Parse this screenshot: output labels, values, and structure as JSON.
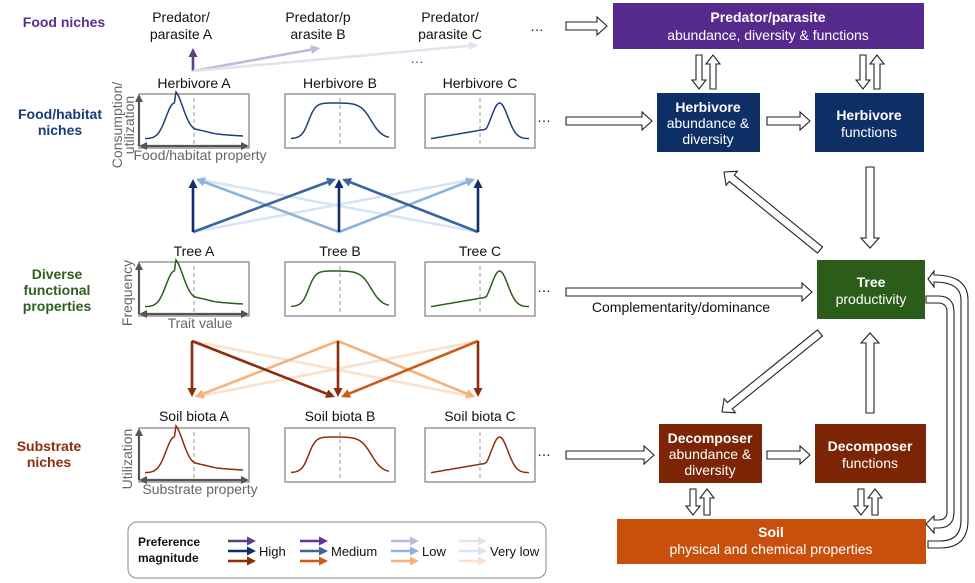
{
  "row_labels": {
    "food": {
      "lines": [
        "Food niches"
      ],
      "color": "#5b2d8e"
    },
    "habitat": {
      "lines": [
        "Food/habitat",
        "niches"
      ],
      "color": "#1a3a7a"
    },
    "functional": {
      "lines": [
        "Diverse",
        "functional",
        "properties"
      ],
      "color": "#2e5e1e"
    },
    "substrate": {
      "lines": [
        "Substrate",
        "niches"
      ],
      "color": "#8a2e0e"
    }
  },
  "predators": [
    {
      "lines": [
        "Predator/",
        "parasite A"
      ]
    },
    {
      "lines": [
        "Predator/p",
        "arasite B"
      ]
    },
    {
      "lines": [
        "Predator/",
        "parasite C"
      ]
    }
  ],
  "ellipsis": "…",
  "panels": {
    "herbivore": {
      "color": "#1f3f7a",
      "titles": [
        "Herbivore A",
        "Herbivore B",
        "Herbivore C"
      ],
      "y_axis": [
        "Consumption/",
        "utilization"
      ],
      "x_axis": "Food/habitat property"
    },
    "tree": {
      "color": "#2e5e1e",
      "titles": [
        "Tree A",
        "Tree B",
        "Tree C"
      ],
      "y_axis": [
        "Frequency"
      ],
      "x_axis": "Trait value"
    },
    "soil": {
      "color": "#8a2e0e",
      "titles": [
        "Soil biota A",
        "Soil biota B",
        "Soil biota C"
      ],
      "y_axis": [
        "Utilization"
      ],
      "x_axis": "Substrate property"
    }
  },
  "curve_shapes": [
    "left-skewed peak",
    "broad plateau",
    "right-skewed peak"
  ],
  "boxes": {
    "predator": {
      "title": "Predator/parasite",
      "sub": [
        "abundance, diversity & functions"
      ],
      "color": "#562a8c"
    },
    "herb_ad": {
      "title": "Herbivore",
      "sub": [
        "abundance &",
        "diversity"
      ],
      "color": "#0e2f66"
    },
    "herb_fn": {
      "title": "Herbivore",
      "sub": [
        "functions"
      ],
      "color": "#0e2f66"
    },
    "tree": {
      "title": "Tree",
      "sub": [
        "productivity"
      ],
      "color": "#2b5c1a"
    },
    "dec_ad": {
      "title": "Decomposer",
      "sub": [
        "abundance &",
        "diversity"
      ],
      "color": "#7b2505"
    },
    "dec_fn": {
      "title": "Decomposer",
      "sub": [
        "functions"
      ],
      "color": "#7b2505"
    },
    "soil": {
      "title": "Soil",
      "sub": [
        "physical and chemical properties"
      ],
      "color": "#c9500c"
    }
  },
  "complementarity_label": "Complementarity/dominance",
  "preference_colors": {
    "purple": {
      "high": "#5b3f82",
      "medium": "#6a2fa0",
      "low": "#c6b5dc",
      "very_low": "#e6e0ef"
    },
    "blue": {
      "high": "#0f2f6a",
      "medium": "#3a66a0",
      "low": "#8fb2dc",
      "very_low": "#d7e4f3"
    },
    "orange": {
      "high": "#8a2e0e",
      "medium": "#cf5a1a",
      "low": "#f5b27c",
      "very_low": "#fbe0cb"
    }
  },
  "links": {
    "tree_to_herbivore": [
      {
        "from": 0,
        "to": 0,
        "level": "high"
      },
      {
        "from": 0,
        "to": 1,
        "level": "medium"
      },
      {
        "from": 0,
        "to": 2,
        "level": "very_low"
      },
      {
        "from": 1,
        "to": 0,
        "level": "low"
      },
      {
        "from": 1,
        "to": 1,
        "level": "high"
      },
      {
        "from": 1,
        "to": 2,
        "level": "low"
      },
      {
        "from": 2,
        "to": 0,
        "level": "very_low"
      },
      {
        "from": 2,
        "to": 1,
        "level": "medium"
      },
      {
        "from": 2,
        "to": 2,
        "level": "high"
      }
    ],
    "tree_to_soil": [
      {
        "from": 0,
        "to": 0,
        "level": "high"
      },
      {
        "from": 0,
        "to": 1,
        "level": "high"
      },
      {
        "from": 0,
        "to": 2,
        "level": "very_low"
      },
      {
        "from": 1,
        "to": 0,
        "level": "low"
      },
      {
        "from": 1,
        "to": 1,
        "level": "high"
      },
      {
        "from": 1,
        "to": 2,
        "level": "low"
      },
      {
        "from": 2,
        "to": 0,
        "level": "very_low"
      },
      {
        "from": 2,
        "to": 1,
        "level": "medium"
      },
      {
        "from": 2,
        "to": 2,
        "level": "high"
      }
    ],
    "herbivore_to_predator": [
      {
        "to": 0,
        "level": "high"
      },
      {
        "to": 1,
        "level": "low"
      },
      {
        "to": 2,
        "level": "very_low"
      }
    ]
  },
  "legend": {
    "title": [
      "Preference",
      "magnitude"
    ],
    "levels": [
      {
        "key": "high",
        "label": "High"
      },
      {
        "key": "medium",
        "label": "Medium"
      },
      {
        "key": "low",
        "label": "Low"
      },
      {
        "key": "very_low",
        "label": "Very low"
      }
    ]
  }
}
